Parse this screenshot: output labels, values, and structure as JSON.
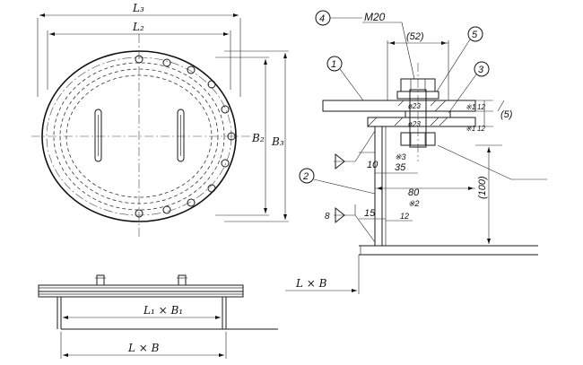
{
  "plan_view": {
    "dim_L3": "L₃",
    "dim_L2": "L₂",
    "dim_B2": "B₂",
    "dim_B3": "B₃"
  },
  "section_view": {
    "balloons": [
      "1",
      "2",
      "3",
      "4",
      "5"
    ],
    "bolt_label": "M20",
    "dim_52": "(52)",
    "dim_5": "(5)",
    "dim_100": "(100)",
    "dim_10": "10",
    "dim_35": "35",
    "dim_80": "80",
    "dim_15": "15",
    "dim_12_bottom": "12",
    "dim_12_a": "12",
    "dim_12_b": "12",
    "note_x1_a": "※1",
    "note_x1_b": "※1",
    "note_x2": "※2",
    "note_x3": "※3",
    "dia_23_a": "ø23",
    "dia_23_b": "ø23",
    "weld_8": "8",
    "dim_LxB": "L × B"
  },
  "elevation_view": {
    "dim_L1B1": "L₁ × B₁",
    "dim_LxB": "L × B"
  }
}
